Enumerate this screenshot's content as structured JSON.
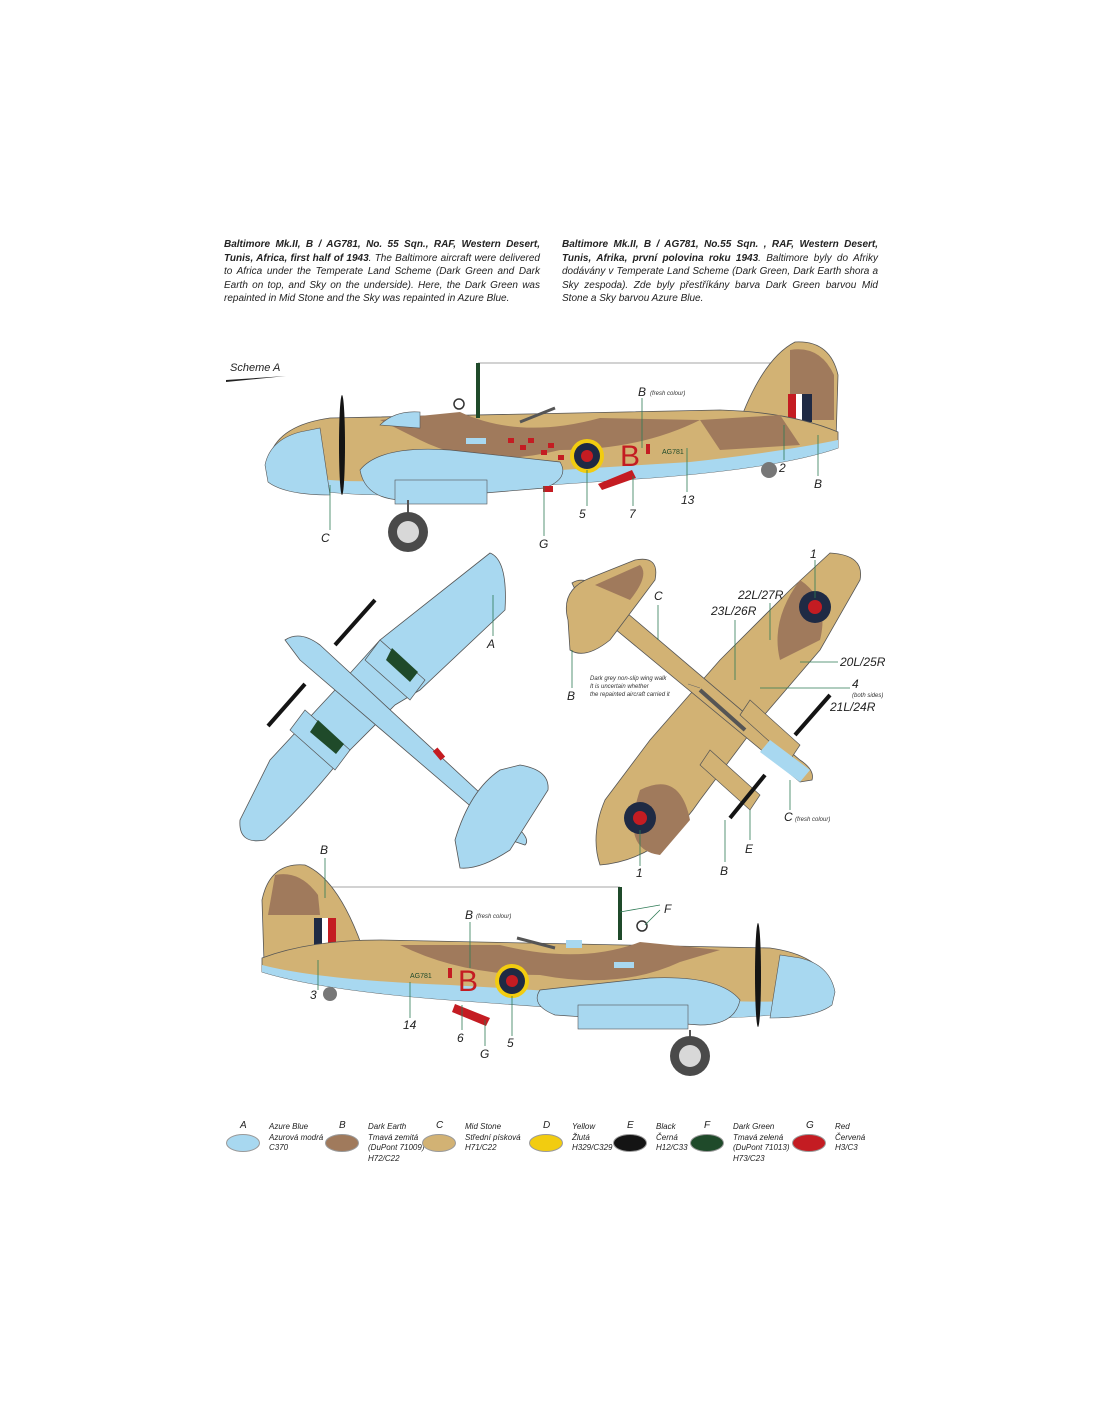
{
  "caption_en": {
    "bold": "Baltimore Mk.II, B / AG781, No. 55 Sqn., RAF, Western Desert, Tunis, Africa, first half of 1943",
    "body": ". The Baltimore aircraft were delivered to Africa under the Temperate Land Scheme (Dark Green and Dark Earth on top, and Sky on the underside). Here, the Dark Green was repainted in Mid Stone and the Sky was repainted in Azure Blue."
  },
  "caption_cz": {
    "bold": "Baltimore Mk.II, B / AG781, No.55 Sqn. , RAF, Western Desert, Tunis, Afrika, první polovina roku 1943",
    "body": ". Baltimore byly do Afriky dodávány v Temperate Land Scheme (Dark Green, Dark Earth shora a Sky zespoda). Zde byly přestříkány barva Dark Green barvou Mid Stone a Sky barvou Azure Blue."
  },
  "scheme_label": "Scheme A",
  "side_view_left": {
    "callouts": [
      "B",
      "(fresh colour)",
      "2",
      "B",
      "13",
      "7",
      "5",
      "G",
      "C"
    ],
    "codes": [
      "B",
      "AG781"
    ]
  },
  "bottom_view": {
    "callouts": [
      "A"
    ]
  },
  "top_view": {
    "callouts": [
      "1",
      "22L/27R",
      "23L/26R",
      "C",
      "20L/25R",
      "4",
      "(both sides)",
      "21L/24R",
      "B",
      "C",
      "(fresh colour)",
      "E",
      "B",
      "1"
    ],
    "walkway_note": [
      "Dark grey non-slip wing walk",
      "It is uncertain whether",
      "the repainted aircraft carried it"
    ]
  },
  "side_view_right": {
    "callouts": [
      "B",
      "F",
      "B",
      "(fresh colour)",
      "3",
      "14",
      "6",
      "G",
      "5"
    ],
    "codes": [
      "B",
      "AG781"
    ]
  },
  "colours": [
    {
      "letter": "A",
      "en": "Azure Blue",
      "cz": "Azurová modrá",
      "code": "C370",
      "ref": "",
      "hex": "#a8d8f0"
    },
    {
      "letter": "B",
      "en": "Dark Earth",
      "cz": "Tmavá zemitá",
      "code": "H72/C22",
      "ref": "(DuPont 71009)",
      "hex": "#a07a5c"
    },
    {
      "letter": "C",
      "en": "Mid Stone",
      "cz": "Střední písková",
      "code": "H71/C22",
      "ref": "",
      "hex": "#d2b274"
    },
    {
      "letter": "D",
      "en": "Yellow",
      "cz": "Žlutá",
      "code": "H329/C329",
      "ref": "",
      "hex": "#f2cc10"
    },
    {
      "letter": "E",
      "en": "Black",
      "cz": "Černá",
      "code": "H12/C33",
      "ref": "",
      "hex": "#141414"
    },
    {
      "letter": "F",
      "en": "Dark Green",
      "cz": "Tmavá zelená",
      "code": "H73/C23",
      "ref": "(DuPont 71013)",
      "hex": "#1f4a2a"
    },
    {
      "letter": "G",
      "en": "Red",
      "cz": "Červená",
      "code": "H3/C3",
      "ref": "",
      "hex": "#c41c22"
    }
  ]
}
